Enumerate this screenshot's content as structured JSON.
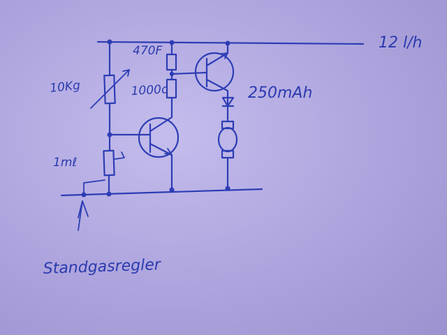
{
  "labels": {
    "supply": "12 l/h",
    "pot_top": "10Kg",
    "cap": "470F",
    "resistor": "1000c",
    "current": "250mAh",
    "pot_bottom": "1mℓ",
    "caption": "Standgasregler"
  },
  "colors": {
    "paper": "#b1a8e0",
    "ink": "#2d3db4"
  }
}
